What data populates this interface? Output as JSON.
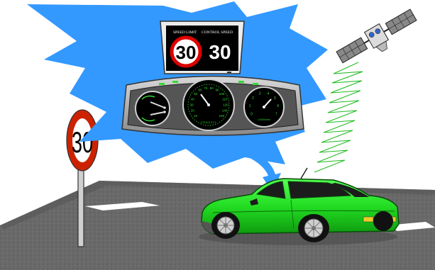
{
  "display": {
    "speed_limit_label": "SPEED LIMIT",
    "control_speed_label": "CONTROL SPEED",
    "speed_limit_value": "30",
    "control_speed_value": "30"
  },
  "road_sign": {
    "value": "30"
  },
  "dashboard": {
    "speedometer_ticks": [
      "10",
      "20",
      "30",
      "40",
      "50",
      "60",
      "70",
      "80",
      "90",
      "100",
      "110",
      "120",
      "140",
      "160"
    ],
    "tachometer_ticks": [
      "0",
      "1",
      "2",
      "3",
      "4",
      "5",
      "6",
      "7"
    ],
    "tachometer_unit": "x1000r/min",
    "gear_indicator": "P R N D 3 2 1"
  },
  "colors": {
    "burst": "#3399ff",
    "car_body": "#22dd22",
    "sign_ring": "#cc2200",
    "gauge_green": "#33dd33",
    "radio_wave": "#22bb22",
    "road": "#666666",
    "display_red": "#dd0000"
  }
}
